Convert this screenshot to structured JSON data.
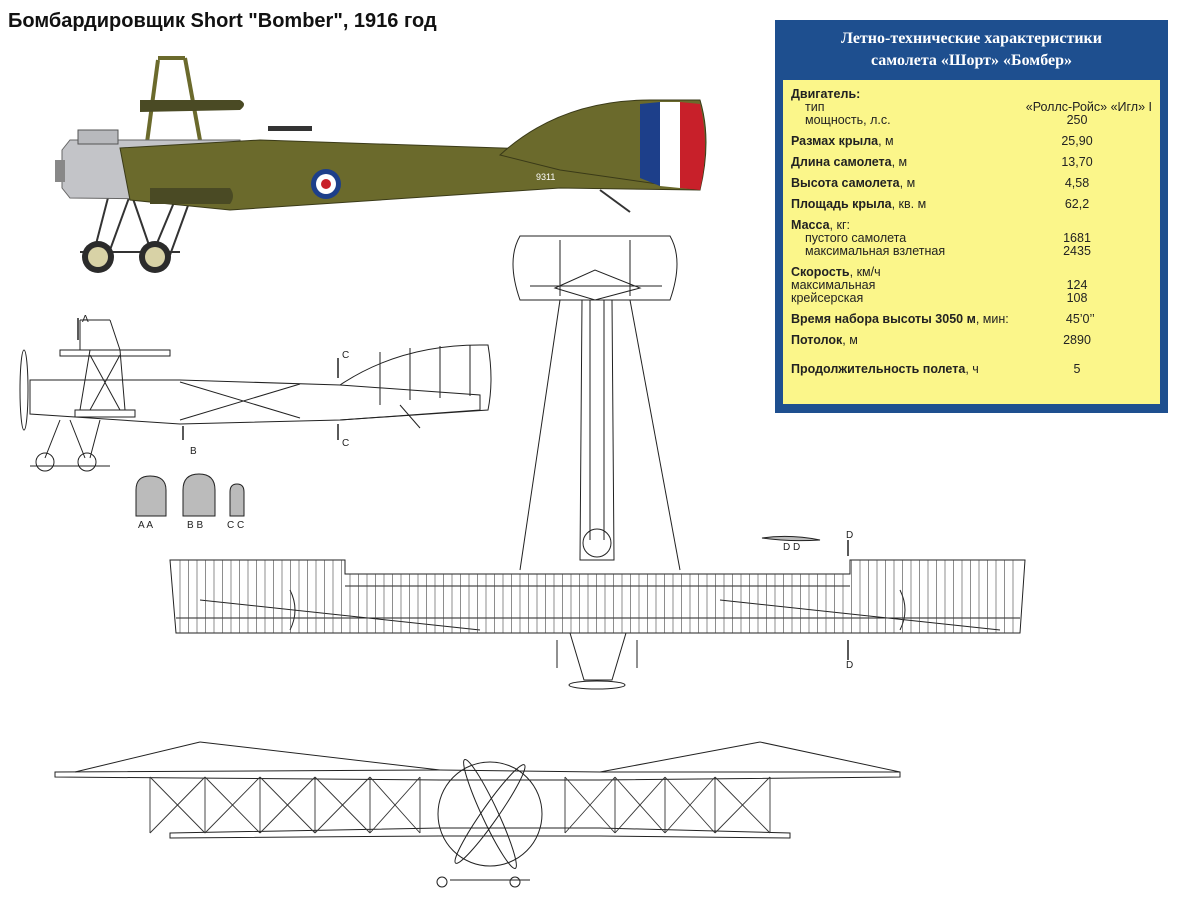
{
  "title": "Бомбардировщик Short \"Bomber\", 1916 год",
  "aircraft": {
    "serial": "9311",
    "fuselage_color": "#6b6a2c",
    "roundel_colors": [
      "#1d3f8a",
      "#ffffff",
      "#c8202a"
    ]
  },
  "drawing_labels": {
    "section_a": "A",
    "section_b": "B",
    "section_c": "C",
    "section_d": "D",
    "sections_aa": "A  A",
    "sections_bb": "B  B",
    "sections_cc": "C  C",
    "sections_dd": "D  D"
  },
  "specs": {
    "header_line1": "Летно-технические характеристики",
    "header_line2": "самолета «Шорт» «Бомбер»",
    "engine_label": "Двигатель:",
    "engine_type_label": "тип",
    "engine_type_value": "«Роллс-Ройс» «Игл» I",
    "engine_power_label": "мощность, л.с.",
    "engine_power_value": "250",
    "wingspan_label": "Размах крыла",
    "wingspan_unit": ", м",
    "wingspan_value": "25,90",
    "length_label": "Длина самолета",
    "length_unit": ", м",
    "length_value": "13,70",
    "height_label": "Высота самолета",
    "height_unit": ", м",
    "height_value": "4,58",
    "wing_area_label": "Площадь крыла",
    "wing_area_unit": ", кв. м",
    "wing_area_value": "62,2",
    "mass_label": "Масса",
    "mass_unit": ", кг:",
    "mass_empty_label": "пустого самолета",
    "mass_empty_value": "1681",
    "mass_max_label": "максимальная взлетная",
    "mass_max_value": "2435",
    "speed_label": "Скорость",
    "speed_unit": ", км/ч",
    "speed_max_label": "максимальная",
    "speed_max_value": "124",
    "speed_cruise_label": "крейсерская",
    "speed_cruise_value": "108",
    "climb_label": "Время набора высоты 3050 м",
    "climb_unit": ", мин:",
    "climb_value": "45’0’’",
    "ceiling_label": "Потолок",
    "ceiling_unit": ", м",
    "ceiling_value": "2890",
    "endurance_label": "Продолжительность полета",
    "endurance_unit": ", ч",
    "endurance_value": "5"
  }
}
